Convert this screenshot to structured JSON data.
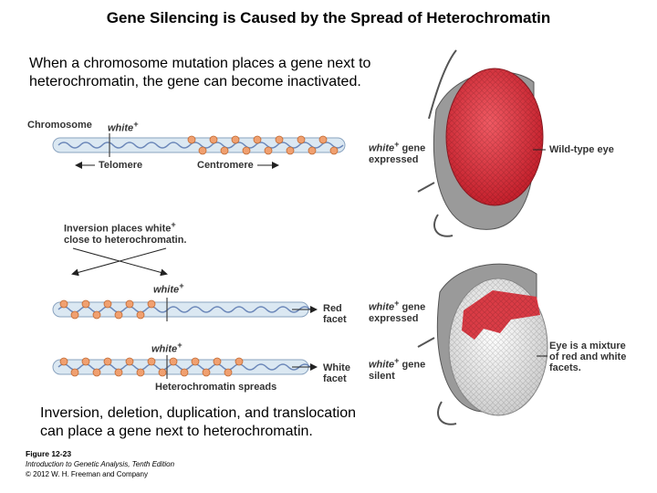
{
  "title": "Gene Silencing is Caused by the Spread of Heterochromatin",
  "intro_text_line1": "When a chromosome mutation places a gene next to",
  "intro_text_line2": "heterochromatin, the gene can become inactivated.",
  "outro_text_line1": "Inversion, deletion, duplication, and translocation",
  "outro_text_line2": "can place a gene next to heterochromatin.",
  "labels": {
    "chromosome": "Chromosome",
    "white_gene": "white",
    "plus_sup": "+",
    "telomere": "Telomere",
    "centromere": "Centromere",
    "inversion_line1": "Inversion places white",
    "inversion_line2": "close to heterochromatin.",
    "heterochromatin_spreads": "Heterochromatin spreads",
    "red_facet_1": "Red",
    "red_facet_2": "facet",
    "white_facet_1": "White",
    "white_facet_2": "facet",
    "gene_word": "gene",
    "expressed": "expressed",
    "silent": "silent",
    "wild_type_eye": "Wild-type eye",
    "mosaic_1": "Eye is a mixture",
    "mosaic_2": "of red and white",
    "mosaic_3": "facets."
  },
  "figure_caption": {
    "id": "Figure 12-23",
    "book": "Introduction to Genetic Analysis, Tenth Edition",
    "copyright": "© 2012 W. H. Freeman and Company"
  },
  "colors": {
    "chromosome_fill": "#dbe8f2",
    "dna_helix": "#6a86b8",
    "heterochromatin_bead": "#f0a070",
    "eye_red": "#d8313c",
    "eye_white": "#ececec"
  }
}
